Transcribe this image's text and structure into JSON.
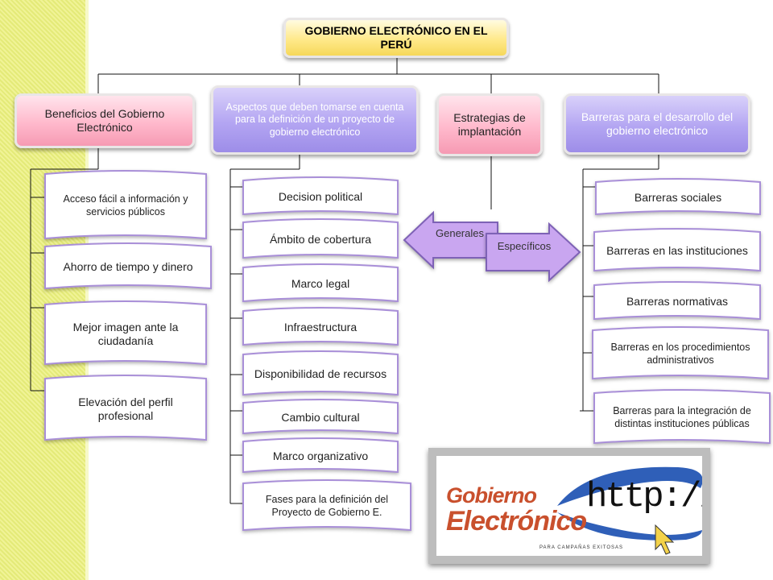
{
  "title": "GOBIERNO ELECTRÓNICO EN EL PERÚ",
  "categories": {
    "beneficios": "Beneficios del Gobierno Electrónico",
    "aspectos": "Aspectos que deben tomarse en cuenta para la definición de un proyecto de gobierno electrónico",
    "estrategias": "Estrategias de implantación",
    "barreras": "Barreras para el desarrollo del gobierno electrónico"
  },
  "beneficios_items": [
    "Acceso fácil a información y servicios públicos",
    "Ahorro de tiempo y dinero",
    "Mejor imagen ante la ciudadanía",
    "Elevación del perfil profesional"
  ],
  "aspectos_items": [
    "Decision political",
    "Ámbito de cobertura",
    "Marco legal",
    "Infraestructura",
    "Disponibilidad de recursos",
    "Cambio cultural",
    "Marco organizativo",
    "Fases para la definición del Proyecto de Gobierno E."
  ],
  "estrategias_items": [
    "Generales",
    "Específicos"
  ],
  "barreras_items": [
    "Barreras sociales",
    "Barreras en las instituciones",
    "Barreras normativas",
    "Barreras en los procedimientos administrativos",
    "Barreras para la integración de distintas instituciones públicas"
  ],
  "image": {
    "logo_line1": "Gobierno",
    "logo_line2": "Electrónico",
    "url_text": "http://www.",
    "slogan": "PARA CAMPAÑAS EXITOSAS"
  },
  "colors": {
    "title_fill": "#ffe98a",
    "pink_fill": "#ffb9cc",
    "purple_fill": "#b3a5f2",
    "tape_border": "#a98fd8",
    "arrow_fill": "#c9a6f0",
    "stripe": "#e9ee86"
  }
}
